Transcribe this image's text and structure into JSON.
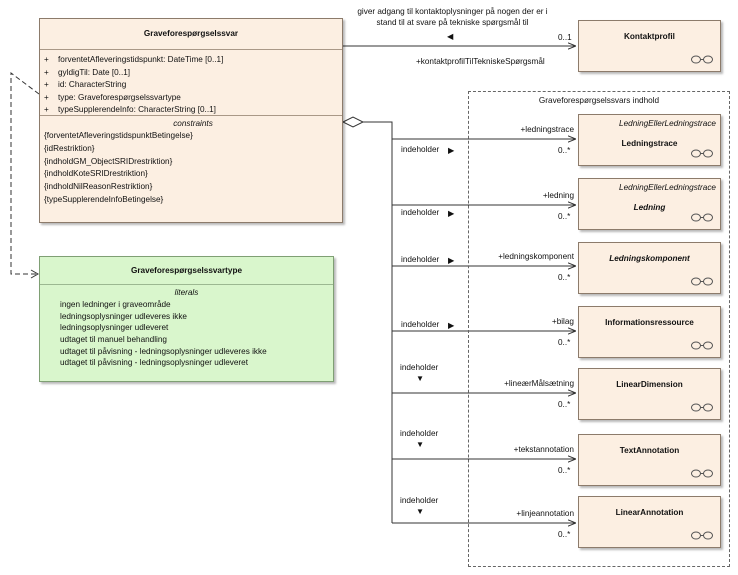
{
  "main_class": {
    "name": "Graveforespørgselssvar",
    "attributes": [
      {
        "vis": "+",
        "text": "forventetAfleveringstidspunkt: DateTime [0..1]"
      },
      {
        "vis": "+",
        "text": "gyldigTil: Date [0..1]"
      },
      {
        "vis": "+",
        "text": "id: CharacterString"
      },
      {
        "vis": "+",
        "text": "type: Graveforespørgselssvartype"
      },
      {
        "vis": "+",
        "text": "typeSupplerendeInfo: CharacterString [0..1]"
      }
    ],
    "constraints_title": "constraints",
    "constraints": [
      "{forventetAfleveringstidspunktBetingelse}",
      "{idRestriktion}",
      "{indholdGM_ObjectSRIDrestriktion}",
      "{indholdKoteSRIDrestriktion}",
      "{indholdNilReasonRestriktion}",
      "{typeSupplerendeInfoBetingelse}"
    ]
  },
  "enum_class": {
    "name": "Graveforespørgselssvartype",
    "literals_title": "literals",
    "literals": [
      "ingen ledninger i graveområde",
      "ledningsoplysninger udleveres ikke",
      "ledningsoplysninger udleveret",
      "udtaget til manuel behandling",
      "udtaget til påvisning - ledningsoplysninger udleveres ikke",
      "udtaget til påvisning - ledningsoplysninger udleveret"
    ]
  },
  "kontakt": {
    "name": "Kontaktprofil",
    "note": "giver adgang til kontaktoplysninger på nogen der er i stand til at svare på tekniske spørgsmål til",
    "role": "+kontaktprofilTilTekniskeSpørgsmål",
    "multiplicity": "0..1"
  },
  "package_title": "Graveforespørgselssvars indhold",
  "assoc_label": "indeholder",
  "targets": [
    {
      "name": "Ledningstrace",
      "stereotype": "LedningEllerLedningstrace",
      "italic": false,
      "role": "+ledningstrace",
      "mult": "0..*"
    },
    {
      "name": "Ledning",
      "stereotype": "LedningEllerLedningstrace",
      "italic": true,
      "role": "+ledning",
      "mult": "0..*"
    },
    {
      "name": "Ledningskomponent",
      "stereotype": "",
      "italic": true,
      "role": "+ledningskomponent",
      "mult": "0..*"
    },
    {
      "name": "Informationsressource",
      "stereotype": "",
      "italic": false,
      "role": "+bilag",
      "mult": "0..*"
    },
    {
      "name": "LinearDimension",
      "stereotype": "",
      "italic": false,
      "role": "+lineærMålsætning",
      "mult": "0..*"
    },
    {
      "name": "TextAnnotation",
      "stereotype": "",
      "italic": false,
      "role": "+tekstannotation",
      "mult": "0..*"
    },
    {
      "name": "LinearAnnotation",
      "stereotype": "",
      "italic": false,
      "role": "+linjeannotation",
      "mult": "0..*"
    }
  ],
  "colors": {
    "class_fill": "#fcefe2",
    "enum_fill": "#d9f6cc",
    "line": "#333333"
  }
}
